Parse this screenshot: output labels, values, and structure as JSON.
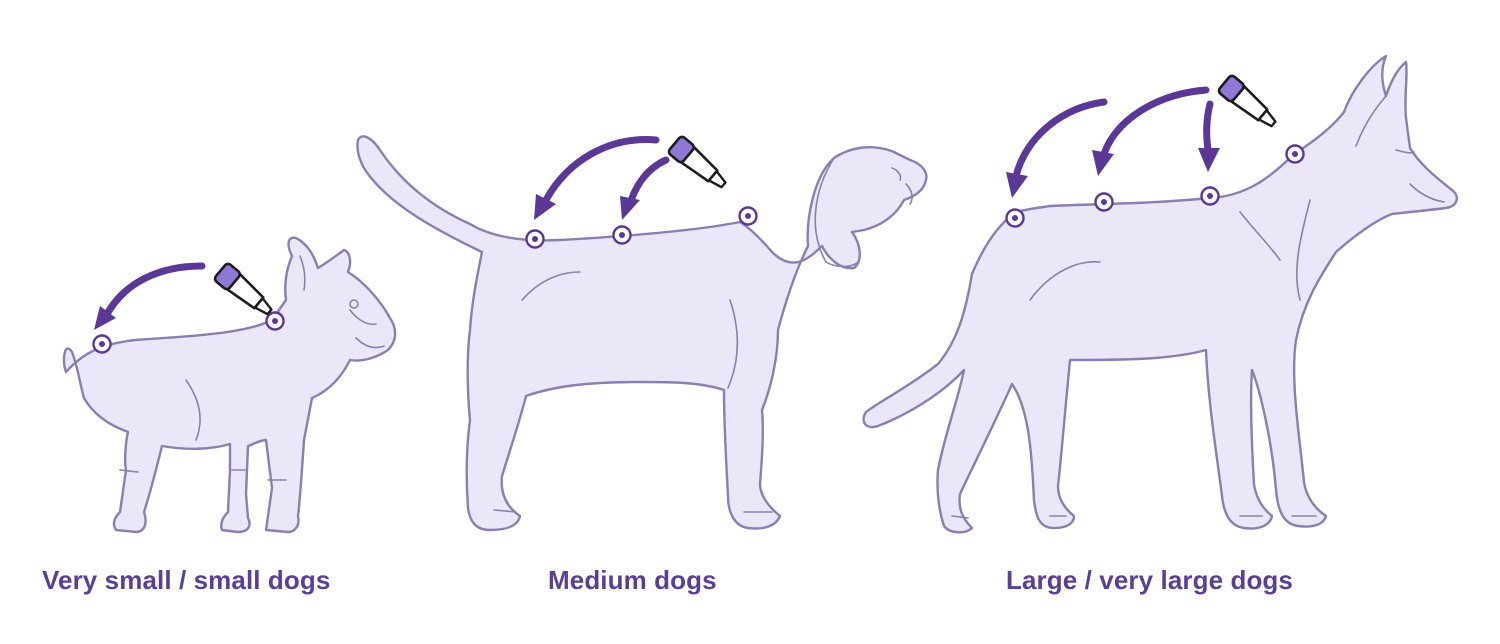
{
  "captions": {
    "small": "Very small / small dogs",
    "medium": "Medium dogs",
    "large": "Large / very large dogs"
  },
  "colors": {
    "caption": "#5b3f96",
    "arrow": "#5b3896",
    "dog_fill": "#ece7f8",
    "dog_outline": "#8a7fb0",
    "pipette_cap": "#8f78d6"
  },
  "groups": [
    {
      "size": "very small / small",
      "application_spots": 2,
      "arrows": 1
    },
    {
      "size": "medium",
      "application_spots": 3,
      "arrows": 2
    },
    {
      "size": "large / very large",
      "application_spots": 4,
      "arrows": 3
    }
  ]
}
